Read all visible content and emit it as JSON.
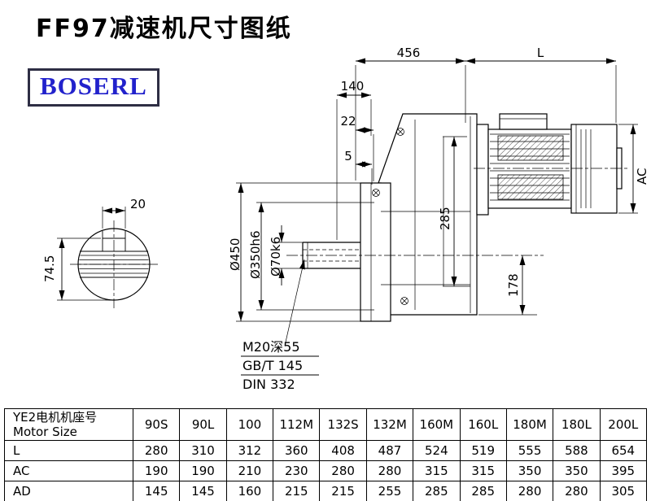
{
  "title": "FF97减速机尺寸图纸",
  "logo": "BOSERL",
  "drawing": {
    "d456": "456",
    "dL": "L",
    "d140": "140",
    "d22": "22",
    "d5": "5",
    "d20": "20",
    "d745": "74.5",
    "dAC": "AC",
    "d285": "285",
    "d178": "178",
    "dia450": "Ø450",
    "dia350": "Ø350h6",
    "dia70": "Ø70k6",
    "m20": "M20深55",
    "gbt": "GB/T 145",
    "din": "DIN 332"
  },
  "table": {
    "header_cn": "YE2电机机座号",
    "header_en": "Motor Size",
    "columns": [
      "90S",
      "90L",
      "100",
      "112M",
      "132S",
      "132M",
      "160M",
      "160L",
      "180M",
      "180L",
      "200L"
    ],
    "rows": [
      {
        "label": "L",
        "values": [
          "280",
          "310",
          "312",
          "360",
          "408",
          "487",
          "524",
          "519",
          "555",
          "588",
          "654"
        ]
      },
      {
        "label": "AC",
        "values": [
          "190",
          "190",
          "210",
          "230",
          "280",
          "280",
          "315",
          "315",
          "350",
          "350",
          "395"
        ]
      },
      {
        "label": "AD",
        "values": [
          "145",
          "145",
          "160",
          "215",
          "215",
          "255",
          "285",
          "285",
          "280",
          "280",
          "305"
        ]
      }
    ]
  }
}
